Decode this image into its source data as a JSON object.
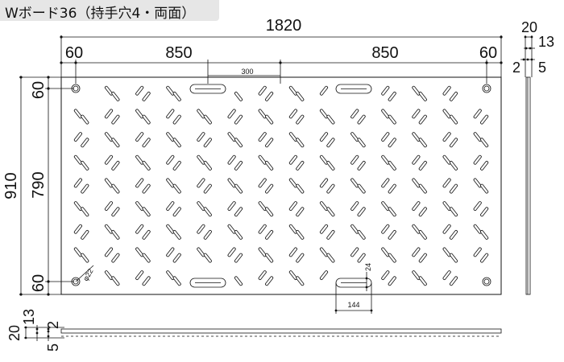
{
  "title": "Wボード36（持手穴4・両面）",
  "dims": {
    "overall_width": "1820",
    "edge_left": "60",
    "span_left": "850",
    "span_right": "850",
    "edge_right": "60",
    "handle_length": "300",
    "overall_height": "910",
    "edge_top": "60",
    "span_height": "790",
    "edge_bottom": "60",
    "hole_dia": "φ22",
    "handle_width": "144",
    "handle_height": "24",
    "side_total": "20",
    "side_top": "13",
    "side_left": "2",
    "side_right": "5",
    "bottom_total": "20",
    "bottom_mid": "13",
    "bottom_thin": "2",
    "bottom_low": "5"
  }
}
